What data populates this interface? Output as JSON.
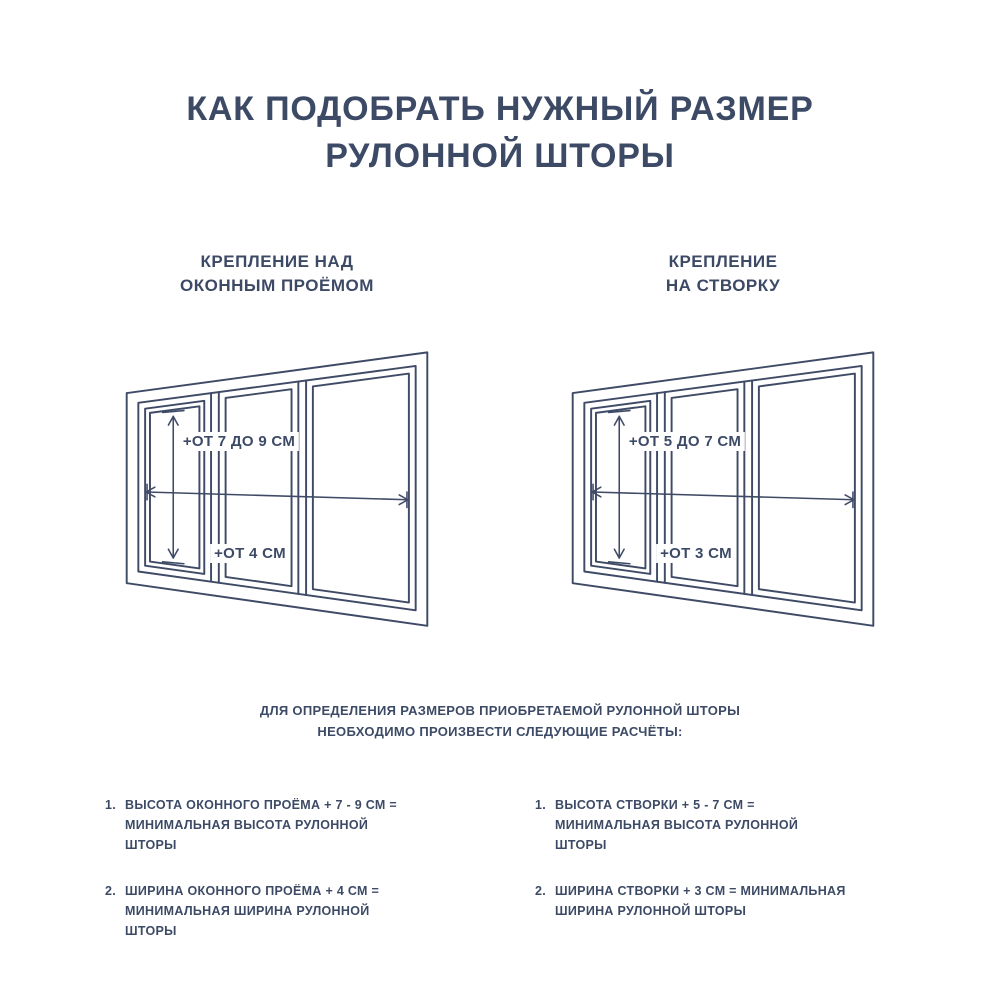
{
  "page": {
    "background": "#ffffff",
    "text_color": "#3d4a66",
    "line_color": "#3f4b66"
  },
  "title": {
    "line1": "КАК ПОДОБРАТЬ НУЖНЫЙ РАЗМЕР",
    "line2": "РУЛОННОЙ ШТОРЫ"
  },
  "columns": [
    {
      "heading_line1": "КРЕПЛЕНИЕ НАД",
      "heading_line2": "ОКОННЫМ ПРОЁМОМ",
      "height_label": "+ОТ 7 ДО 9 СМ",
      "width_label": "+ОТ 4 СМ"
    },
    {
      "heading_line1": "КРЕПЛЕНИЕ",
      "heading_line2": "НА СТВОРКУ",
      "height_label": "+ОТ 5 ДО 7 СМ",
      "width_label": "+ОТ 3 СМ"
    }
  ],
  "intro": {
    "line1": "ДЛЯ ОПРЕДЕЛЕНИЯ РАЗМЕРОВ ПРИОБРЕТАЕМОЙ РУЛОННОЙ ШТОРЫ",
    "line2": "НЕОБХОДИМО ПРОИЗВЕСТИ СЛЕДУЮЩИЕ РАСЧЁТЫ:"
  },
  "calculations": [
    {
      "items": [
        {
          "num": "1.",
          "text": "ВЫСОТА ОКОННОГО ПРОЁМА + 7 - 9 СМ = МИНИМАЛЬНАЯ ВЫСОТА РУЛОННОЙ ШТОРЫ"
        },
        {
          "num": "2.",
          "text": "ШИРИНА ОКОННОГО ПРОЁМА + 4 СМ = МИНИМАЛЬНАЯ ШИРИНА РУЛОННОЙ ШТОРЫ"
        }
      ]
    },
    {
      "items": [
        {
          "num": "1.",
          "text": "ВЫСОТА СТВОРКИ + 5 - 7 СМ = МИНИМАЛЬНАЯ ВЫСОТА РУЛОННОЙ ШТОРЫ"
        },
        {
          "num": "2.",
          "text": "ШИРИНА СТВОРКИ + 3 СМ = МИНИМАЛЬНАЯ ШИРИНА РУЛОННОЙ ШТОРЫ"
        }
      ]
    }
  ]
}
